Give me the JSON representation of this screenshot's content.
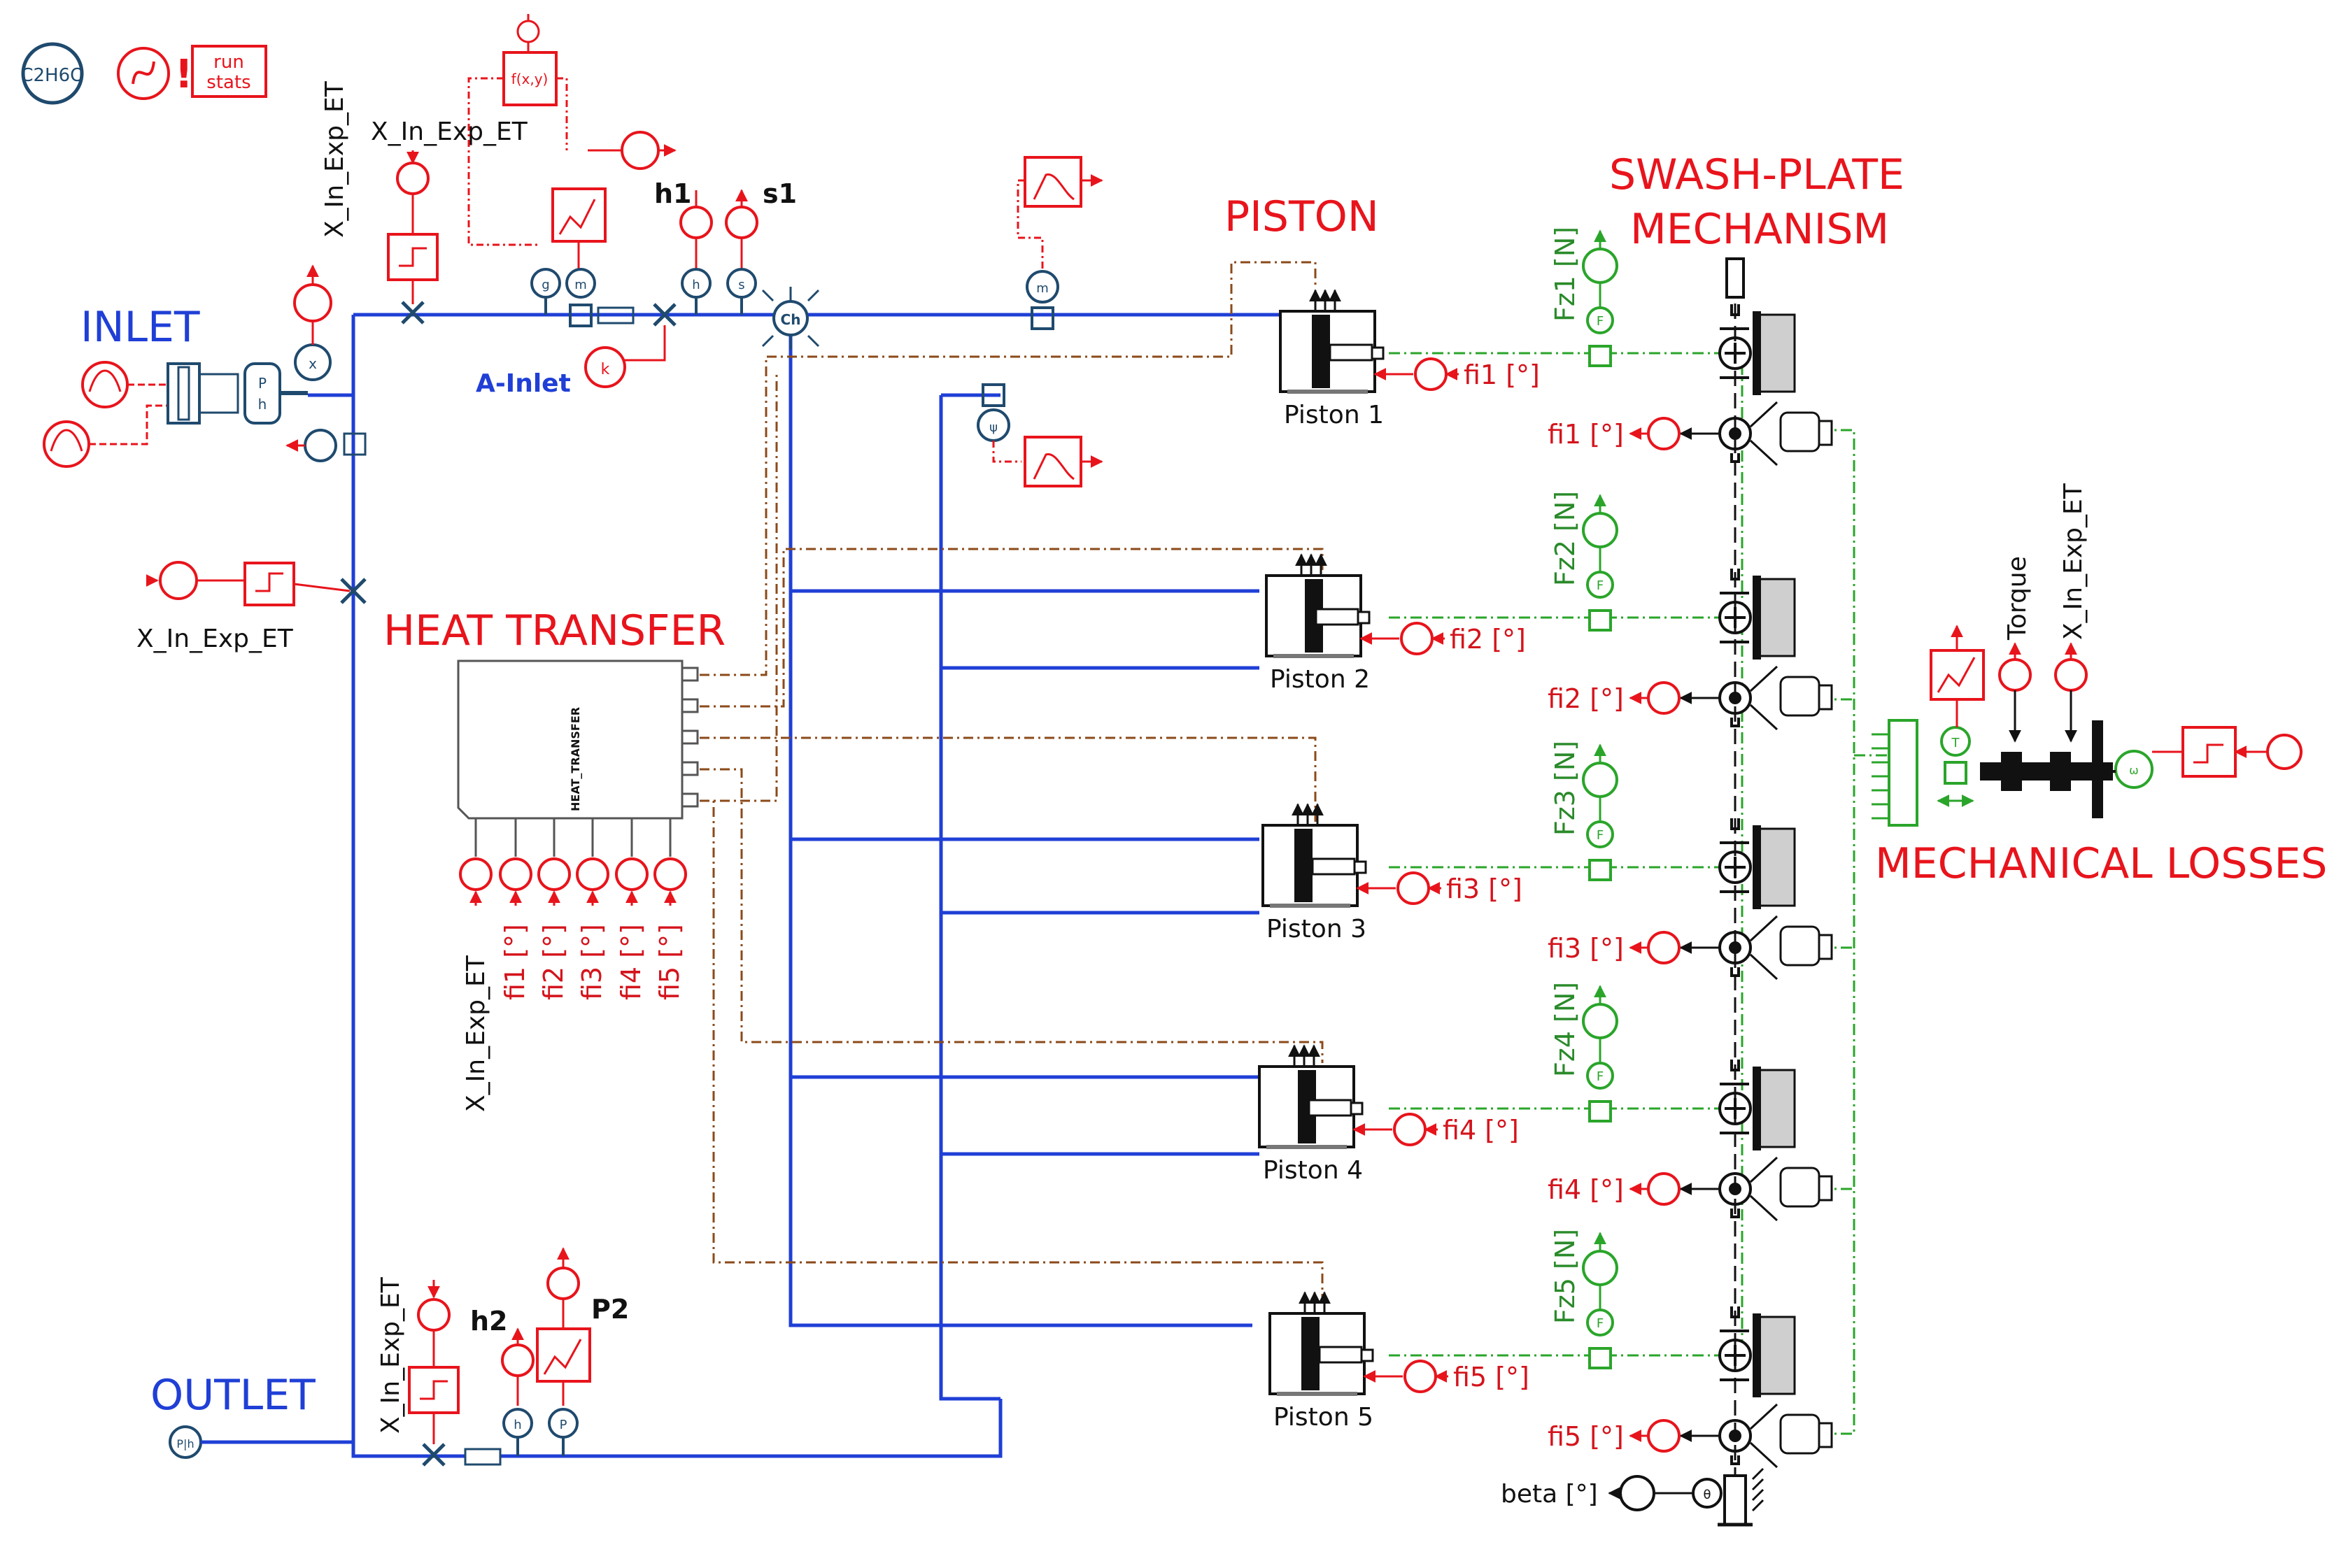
{
  "sections": {
    "inlet": "INLET",
    "outlet": "OUTLET",
    "heat_transfer": "HEAT TRANSFER",
    "piston": "PISTON",
    "swash_plate_line1": "SWASH-PLATE",
    "swash_plate_line2": "MECHANISM",
    "mechanical_losses": "MECHANICAL LOSSES"
  },
  "toolbar": {
    "formula": "C2H6O",
    "run_stats_line1": "run",
    "run_stats_line2": "stats"
  },
  "labels": {
    "x_in_exp_et": "X_In_Exp_ET",
    "h1": "h1",
    "s1": "s1",
    "h2": "h2",
    "p2": "P2",
    "a_inlet": "A-Inlet",
    "heat_transfer_block": "HEAT_TRANSFER",
    "torque": "Torque",
    "beta": "beta [°]",
    "ch": "Ch"
  },
  "heat_transfer_inputs": [
    "X_In_Exp_ET",
    "fi1 [°]",
    "fi2 [°]",
    "fi3 [°]",
    "fi4 [°]",
    "fi5 [°]"
  ],
  "pistons": [
    {
      "name": "Piston 1",
      "fi_in": "fi1 [°]",
      "fi_out": "fi1 [°]",
      "force": "Fz1 [N]"
    },
    {
      "name": "Piston 2",
      "fi_in": "fi2 [°]",
      "fi_out": "fi2 [°]",
      "force": "Fz2 [N]"
    },
    {
      "name": "Piston 3",
      "fi_in": "fi3 [°]",
      "fi_out": "fi3 [°]",
      "force": "Fz3 [N]"
    },
    {
      "name": "Piston 4",
      "fi_in": "fi4 [°]",
      "fi_out": "fi4 [°]",
      "force": "Fz4 [N]"
    },
    {
      "name": "Piston 5",
      "fi_in": "fi5 [°]",
      "fi_out": "fi5 [°]",
      "force": "Fz5 [N]"
    }
  ],
  "colors": {
    "fluid_line": "#1f3fd6",
    "signal_red": "#e8141c",
    "mechanical_green": "#2aa52a",
    "heat_brown": "#8b4a1a",
    "component_dark": "#1f4a6e"
  }
}
